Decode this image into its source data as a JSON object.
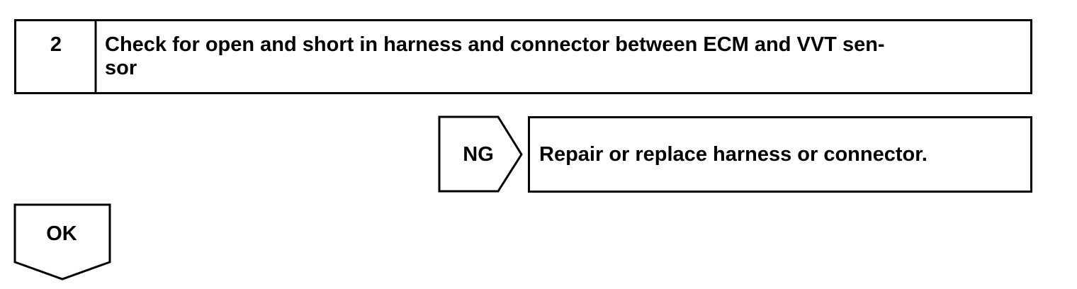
{
  "step": {
    "number": "2",
    "title_line1": "Check for open and short in harness and connector between ECM and VVT sen-",
    "title_line2": "sor"
  },
  "ng_branch": {
    "label": "NG",
    "action": "Repair or replace harness or connector."
  },
  "ok_branch": {
    "label": "OK"
  }
}
